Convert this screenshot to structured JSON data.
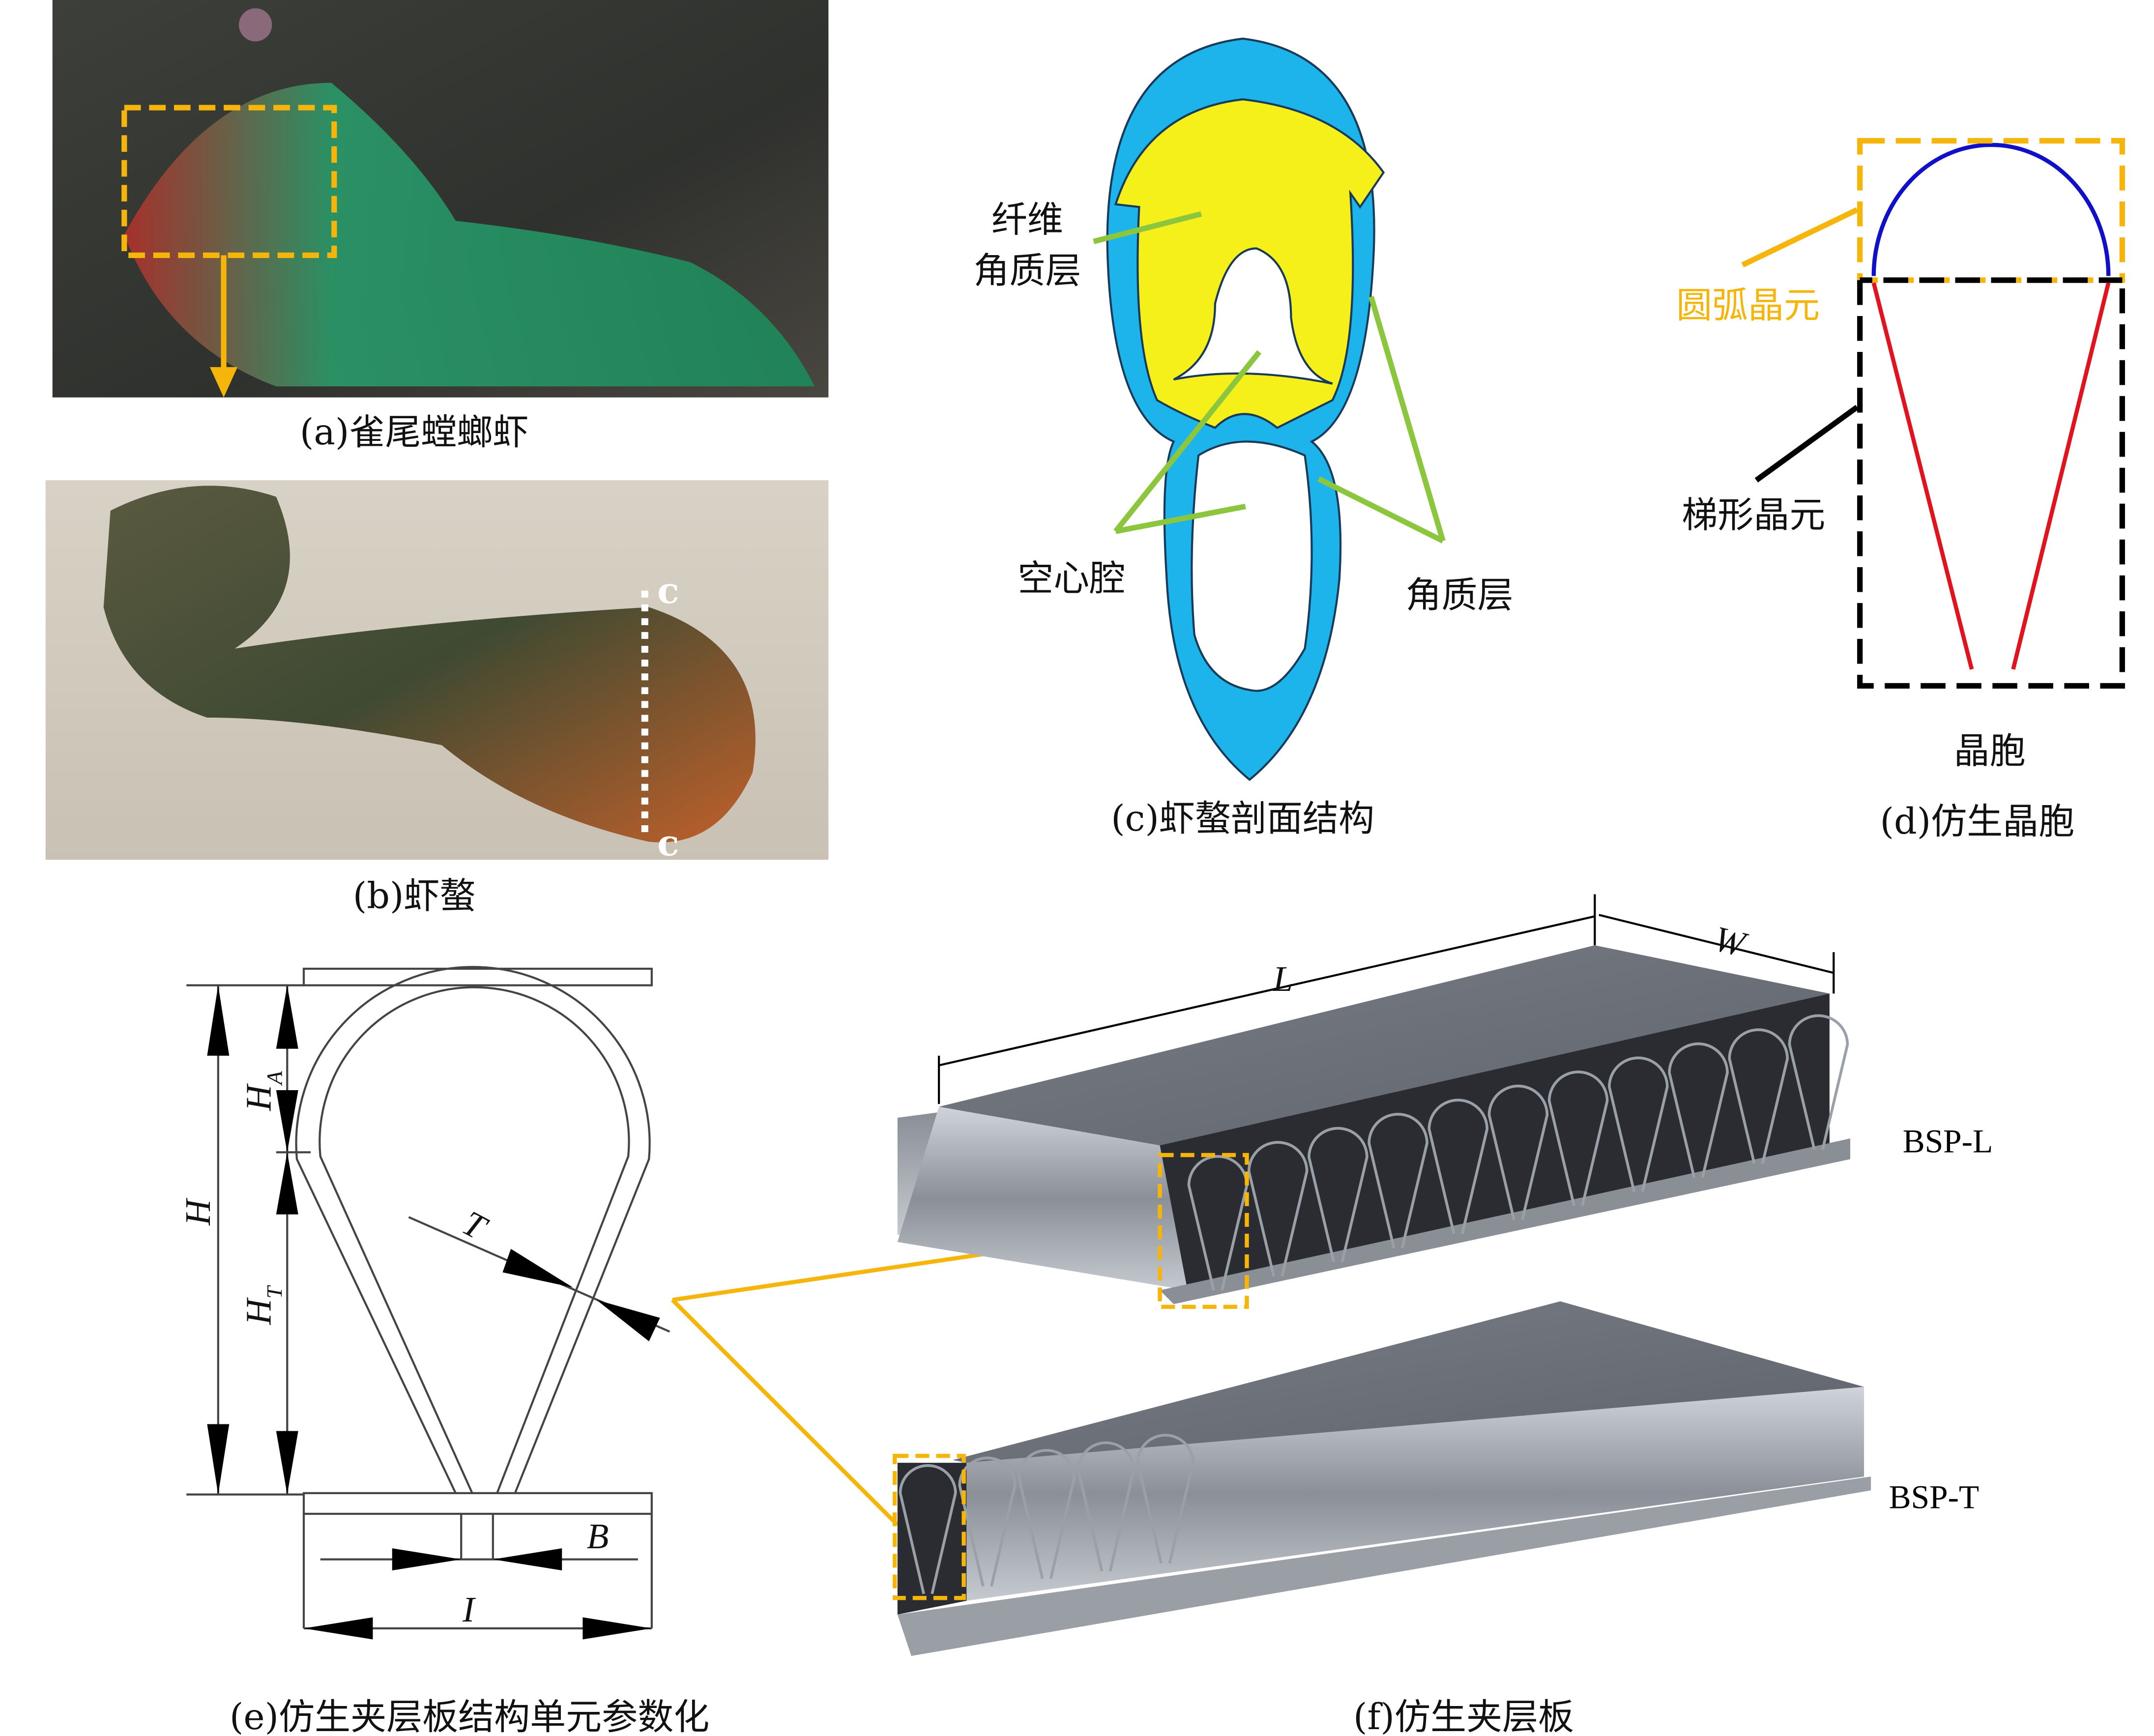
{
  "panels": {
    "a": {
      "caption": "(a)雀尾螳螂虾"
    },
    "b": {
      "caption": "(b)虾螯",
      "section_mark_top": "c",
      "section_mark_bottom": "c"
    },
    "c": {
      "caption": "(c)虾螯剖面结构",
      "label_fiber_1": "纤维",
      "label_fiber_2": "角质层",
      "label_cavity": "空心腔",
      "label_cuticle": "角质层"
    },
    "d": {
      "caption": "(d)仿生晶胞",
      "label_arc": "圆弧晶元",
      "label_trapezoid": "梯形晶元",
      "label_cell": "晶胞"
    },
    "e": {
      "caption": "(e)仿生夹层板结构单元参数化",
      "H": "H",
      "HA": "H",
      "HA_sub": "A",
      "HT": "H",
      "HT_sub": "T",
      "T": "T",
      "B": "B",
      "I": "I"
    },
    "f": {
      "caption": "(f)仿生夹层板",
      "L": "L",
      "W": "W",
      "bsp_l": "BSP-L",
      "bsp_t": "BSP-T"
    }
  },
  "colors": {
    "highlight": "#f5b50a",
    "cuticle_blue": "#1cb4ea",
    "fiber_yellow": "#f5f01a",
    "leader_green": "#8cc63f",
    "arc_blue": "#1010c8",
    "trap_red": "#e0141e",
    "plate": "#6d7179"
  }
}
